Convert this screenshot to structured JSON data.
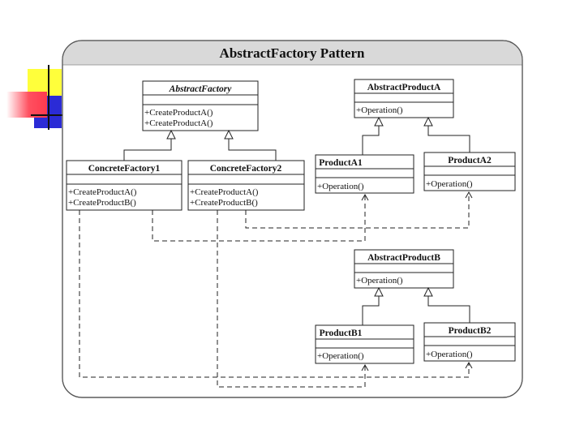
{
  "title": "AbstractFactory Pattern",
  "classes": {
    "abstract_factory": {
      "name": "AbstractFactory",
      "methods": [
        "+CreateProductA()",
        "+CreateProductA()"
      ]
    },
    "concrete_factory_1": {
      "name": "ConcreteFactory1",
      "methods": [
        "+CreateProductA()",
        "+CreateProductB()"
      ]
    },
    "concrete_factory_2": {
      "name": "ConcreteFactory2",
      "methods": [
        "+CreateProductA()",
        "+CreateProductB()"
      ]
    },
    "abstract_product_a": {
      "name": "AbstractProductA",
      "methods": [
        "+Operation()"
      ]
    },
    "product_a1": {
      "name": "ProductA1",
      "methods": [
        "+Operation()"
      ]
    },
    "product_a2": {
      "name": "ProductA2",
      "methods": [
        "+Operation()"
      ]
    },
    "abstract_product_b": {
      "name": "AbstractProductB",
      "methods": [
        "+Operation()"
      ]
    },
    "product_b1": {
      "name": "ProductB1",
      "methods": [
        "+Operation()"
      ]
    },
    "product_b2": {
      "name": "ProductB2",
      "methods": [
        "+Operation()"
      ]
    }
  },
  "colors": {
    "deco_yellow": "#ffff3b",
    "deco_red": "#ff3a4e",
    "deco_blue": "#2b2bd6",
    "title_band": "#d9d9d9"
  }
}
